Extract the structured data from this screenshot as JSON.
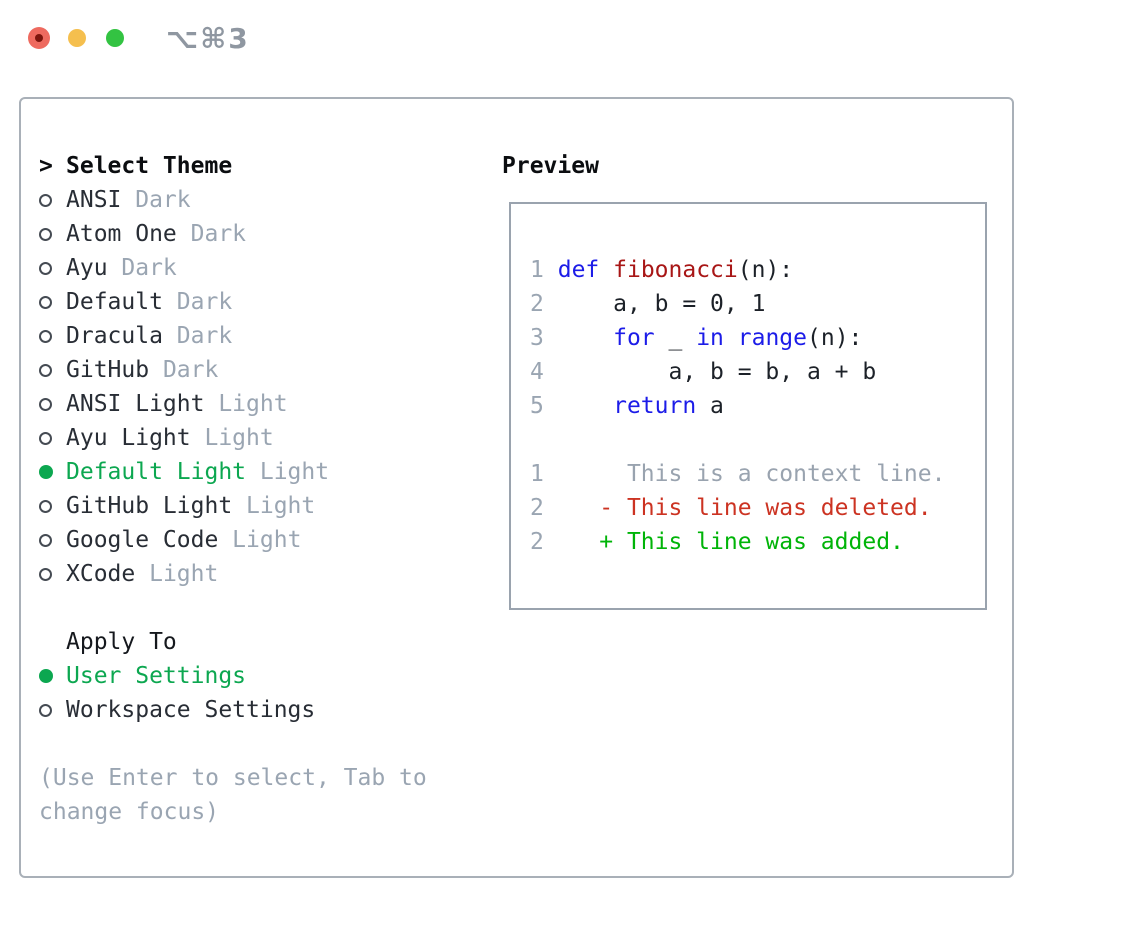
{
  "window": {
    "title": "⌥⌘3"
  },
  "colors": {
    "accent_green": "#0ca750",
    "muted_gray": "#9aa5b2",
    "text_dark": "#282d35",
    "keyword_blue": "#1c1ce8",
    "function_red": "#a81616",
    "diff_deleted_red": "#cc3322",
    "diff_added_green": "#00b408",
    "panel_border": "#a9b0b8",
    "preview_border": "#9aa3ae",
    "traffic_red": "#ee6a5f",
    "traffic_yellow": "#f5bf4e",
    "traffic_green": "#33c342"
  },
  "theme_panel": {
    "header_prefix": ">",
    "header": "Select Theme",
    "items": [
      {
        "name": "ANSI",
        "variant": "Dark",
        "selected": false
      },
      {
        "name": "Atom One",
        "variant": "Dark",
        "selected": false
      },
      {
        "name": "Ayu",
        "variant": "Dark",
        "selected": false
      },
      {
        "name": "Default",
        "variant": "Dark",
        "selected": false
      },
      {
        "name": "Dracula",
        "variant": "Dark",
        "selected": false
      },
      {
        "name": "GitHub",
        "variant": "Dark",
        "selected": false
      },
      {
        "name": "ANSI Light",
        "variant": "Light",
        "selected": false
      },
      {
        "name": "Ayu Light",
        "variant": "Light",
        "selected": false
      },
      {
        "name": "Default Light",
        "variant": "Light",
        "selected": true
      },
      {
        "name": "GitHub Light",
        "variant": "Light",
        "selected": false
      },
      {
        "name": "Google Code",
        "variant": "Light",
        "selected": false
      },
      {
        "name": "XCode",
        "variant": "Light",
        "selected": false
      }
    ],
    "apply_to": {
      "header": "Apply To",
      "options": [
        {
          "label": "User Settings",
          "selected": true
        },
        {
          "label": "Workspace Settings",
          "selected": false
        }
      ]
    },
    "help": "(Use Enter to select, Tab to change focus)"
  },
  "preview": {
    "header": "Preview",
    "code_lines": [
      {
        "num": "1",
        "tokens": [
          {
            "t": " ",
            "c": "plain"
          },
          {
            "t": "def",
            "c": "kw"
          },
          {
            "t": " ",
            "c": "plain"
          },
          {
            "t": "fibonacci",
            "c": "fn"
          },
          {
            "t": "(n):",
            "c": "plain"
          }
        ]
      },
      {
        "num": "2",
        "tokens": [
          {
            "t": "     a, b = 0, 1",
            "c": "plain"
          }
        ]
      },
      {
        "num": "3",
        "tokens": [
          {
            "t": "     ",
            "c": "plain"
          },
          {
            "t": "for",
            "c": "kw"
          },
          {
            "t": " _ ",
            "c": "plain"
          },
          {
            "t": "in",
            "c": "kw"
          },
          {
            "t": " ",
            "c": "plain"
          },
          {
            "t": "range",
            "c": "kw"
          },
          {
            "t": "(n):",
            "c": "plain"
          }
        ]
      },
      {
        "num": "4",
        "tokens": [
          {
            "t": "         a, b = b, a + b",
            "c": "plain"
          }
        ]
      },
      {
        "num": "5",
        "tokens": [
          {
            "t": "     ",
            "c": "plain"
          },
          {
            "t": "return",
            "c": "kw"
          },
          {
            "t": " a",
            "c": "plain"
          }
        ]
      }
    ],
    "diff_lines": [
      {
        "num": "1",
        "text": "      This is a context line.",
        "c": "ctx"
      },
      {
        "num": "2",
        "text": "    - This line was deleted.",
        "c": "del"
      },
      {
        "num": "2",
        "text": "    + This line was added.",
        "c": "add"
      }
    ]
  }
}
